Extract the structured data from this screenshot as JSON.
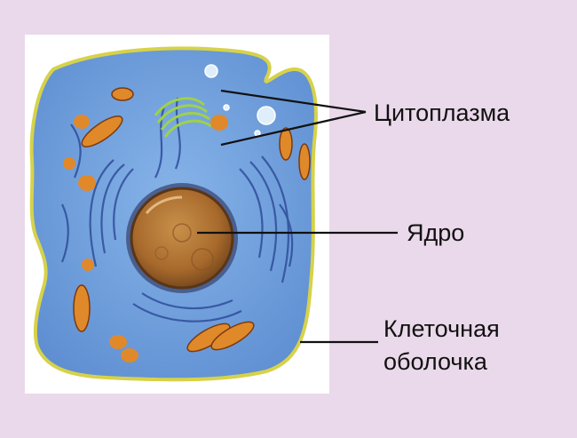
{
  "labels": {
    "cytoplasm": "Цитоплазма",
    "nucleus": "Ядро",
    "membrane_line1": "Клеточная",
    "membrane_line2": "оболочка"
  },
  "colors": {
    "background": "#ead9ea",
    "panel": "#ffffff",
    "cytoplasm": "#6f9fdc",
    "membrane": "#d6d24a",
    "nucleus": "#b87a38",
    "organelles": "#e0892a",
    "er": "#2f4d9a",
    "golgi": "#9fd14a",
    "leader_lines": "#111111"
  },
  "icons": [
    "cell-membrane",
    "cytoplasm",
    "nucleus",
    "mitochondria",
    "golgi-apparatus",
    "endoplasmic-reticulum",
    "vacuole"
  ]
}
